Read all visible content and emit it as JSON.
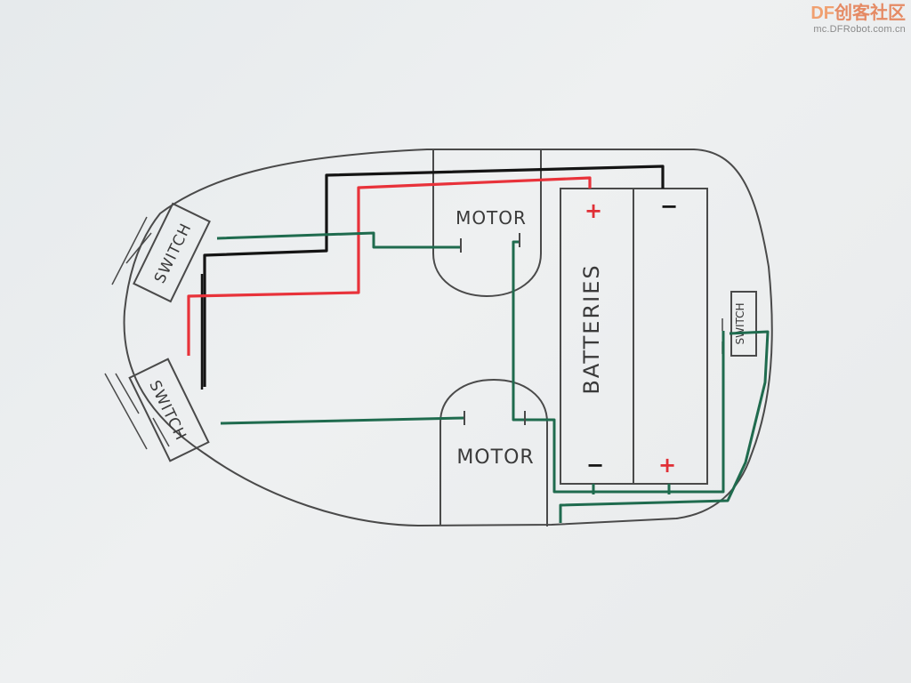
{
  "watermark": {
    "brand_df": "DF",
    "brand_cn": "创客社区",
    "url": "mc.DFRobot.com.cn"
  },
  "labels": {
    "motor_top": "MOTOR",
    "motor_bottom": "MOTOR",
    "batteries": "BATTERIES",
    "switch_top": "SWITCH",
    "switch_left": "SWITCH",
    "switch_right": "SWITCH",
    "plus_top": "+",
    "minus_top": "−",
    "minus_bottom": "−",
    "plus_bottom": "+"
  },
  "colors": {
    "outline": "#4a4a4a",
    "wire_black": "#141414",
    "wire_red": "#e8323a",
    "wire_green": "#1f6b4e",
    "plus": "#e02f36",
    "minus": "#151515"
  }
}
